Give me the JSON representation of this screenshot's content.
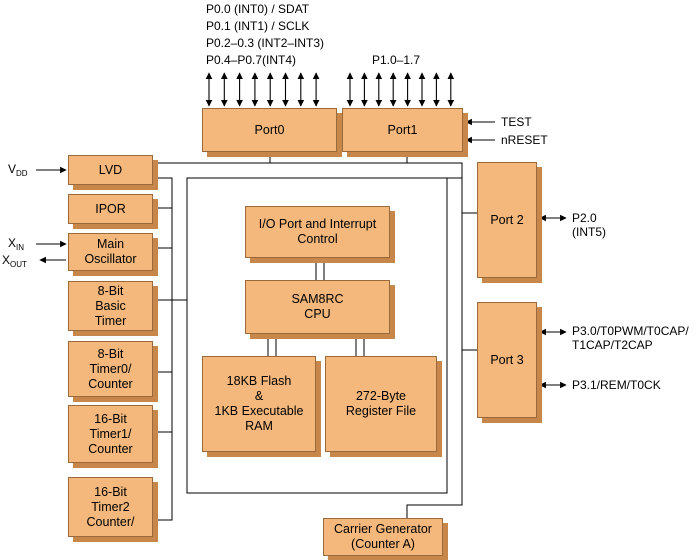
{
  "blocks": {
    "port0": "Port0",
    "port1": "Port1",
    "port2": "Port 2",
    "port3": "Port 3",
    "lvd": "LVD",
    "ipor": "IPOR",
    "main_osc": "Main\nOscillator",
    "basic_timer": "8-Bit\nBasic\nTimer",
    "timer0": "8-Bit\nTimer0/\nCounter",
    "timer1": "16-Bit\nTimer1/\nCounter",
    "timer2": "16-Bit\nTimer2\nCounter/",
    "io_interrupt": "I/O Port and Interrupt\nControl",
    "cpu": "SAM8RC\nCPU",
    "flash": "18KB Flash\n&\n1KB Executable\nRAM",
    "register_file": "272-Byte\nRegister File",
    "carrier": "Carrier Generator\n(Counter A)"
  },
  "signals": {
    "p0_lines": [
      "P0.0 (INT0) / SDAT",
      "P0.1 (INT1) / SCLK",
      "P0.2–0.3 (INT2–INT3)",
      "P0.4–P0.7(INT4)"
    ],
    "p1": "P1.0–1.7",
    "test": "TEST",
    "nreset": "nRESET",
    "vdd_main": "V",
    "vdd_sub": "DD",
    "xin_main": "X",
    "xin_sub": "IN",
    "xout_main": "X",
    "xout_sub": "OUT",
    "p2": "P2.0\n(INT5)",
    "p30": "P3.0/T0PWM/T0CAP/\nT1CAP/T2CAP",
    "p31": "P3.1/REM/T0CK"
  }
}
